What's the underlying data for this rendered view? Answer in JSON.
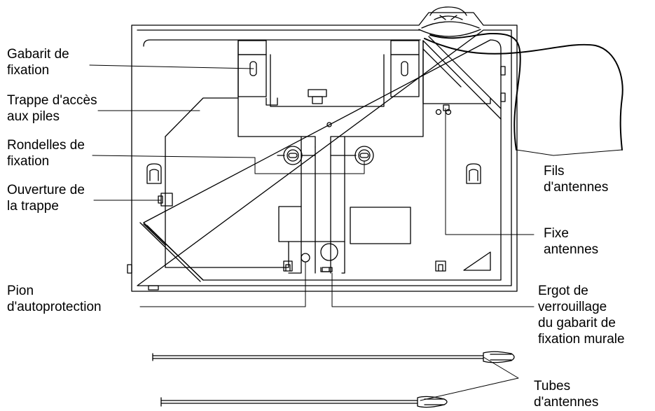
{
  "labels": {
    "gabarit": "Gabarit de\nfixation",
    "trappe_acces": "Trappe d'accès\naux piles",
    "rondelles": "Rondelles de\nfixation",
    "ouverture": "Ouverture de\nla trappe",
    "pion": "Pion\nd'autoprotection",
    "fils": "Fils\nd'antennes",
    "fixe": "Fixe\nantennes",
    "ergot": "Ergot de\nverrouillage\ndu gabarit de\nfixation murale",
    "tubes": "Tubes\nd'antennes"
  },
  "colors": {
    "ink": "#000000",
    "background": "#ffffff"
  }
}
